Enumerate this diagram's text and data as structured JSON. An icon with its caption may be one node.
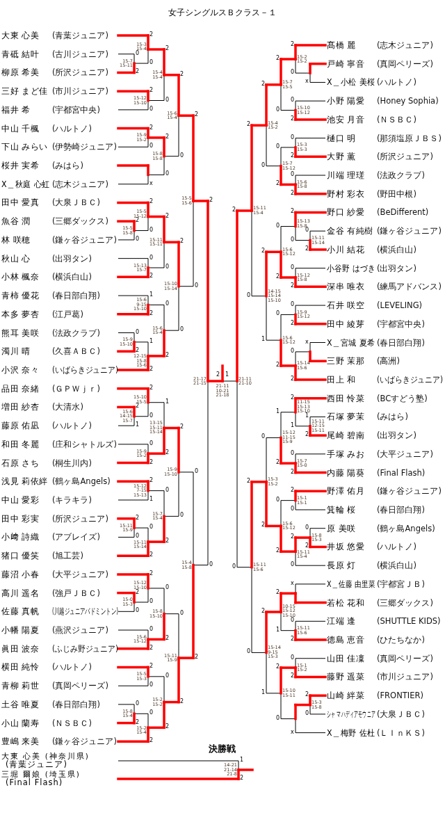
{
  "diagram": {
    "title": "女子シングルスＢクラス－１",
    "nodes": [
      {
        "text": [
          "大東 心美",
          "(青葉ジュニア)"
        ]
      },
      {
        "text": [
          "青砥 結叶",
          "(古川ジュニア)"
        ]
      },
      {
        "text": [
          "柳原 希美",
          "(所沢ジュニア)"
        ]
      },
      {
        "text": [
          "三好 まど佳",
          "(市川ジュニア)"
        ]
      },
      {
        "text": [
          "福井 希",
          "(宇都宮中央)"
        ]
      },
      {
        "text": [
          "中山 千楓",
          "(ハルトノ)"
        ]
      },
      {
        "text": [
          "下山 みらい",
          "(伊勢崎ジュニア)"
        ]
      },
      {
        "text": [
          "桜井 実希",
          "(みはら)"
        ]
      },
      {
        "text": [
          "X＿秋庭 心虹",
          "(志木ジュニア)"
        ]
      },
      {
        "text": [
          "田中 愛真",
          "(大泉ＪＢＣ)"
        ]
      },
      {
        "text": [
          "魚谷 潤",
          "(三郷ダックス)"
        ]
      },
      {
        "text": [
          "林 咲穂",
          "(鎌ヶ谷ジュニア)"
        ]
      },
      {
        "text": [
          "秋山 心",
          "(出羽タン)"
        ]
      },
      {
        "text": [
          "小林 楓奈",
          "(横浜白山)"
        ]
      },
      {
        "text": [
          "青柿 優花",
          "(春日部白翔)"
        ]
      },
      {
        "text": [
          "本多 夢杏",
          "(江戸葛)"
        ]
      },
      {
        "text": [
          "熊耳 美咲",
          "(法政クラブ)"
        ]
      },
      {
        "text": [
          "濁川 晴",
          "(久喜ＡＢＣ)"
        ]
      },
      {
        "text": [
          "小沢 奈々",
          "(いばらきジュニア)"
        ]
      },
      {
        "text": [
          "品田 奈緒",
          "(ＧＰＷｊｒ)"
        ]
      },
      {
        "text": [
          "増田 紗杏",
          "(大清水)"
        ]
      },
      {
        "text": [
          "藤原 佑凪",
          "(ハルトノ)"
        ]
      },
      {
        "text": [
          "和田 冬麗",
          "(庄和シャトルズ)"
        ]
      },
      {
        "text": [
          "石原 さち",
          "(桐生川内)"
        ]
      },
      {
        "text": [
          "浅見 莉依絆",
          "(鶴ヶ島Angels)"
        ]
      },
      {
        "text": [
          "中山 愛彩",
          "(キラキラ)"
        ]
      },
      {
        "text": [
          "田中 彩実",
          "(所沢ジュニア)"
        ]
      },
      {
        "text": [
          "小﨑 詩織",
          "(アブレイズ)"
        ]
      },
      {
        "text": [
          "猪口 優笑",
          "(旭工芸)"
        ]
      },
      {
        "text": [
          "藤沼 小春",
          "(大平ジュニア)"
        ]
      },
      {
        "text": [
          "高川 遥名",
          "(強戸ＪＢＣ)"
        ]
      },
      {
        "text": [
          "佐藤 真帆",
          "(川越ジュニアバドミントン)"
        ]
      },
      {
        "text": [
          "小幡 陽夏",
          "(燕沢ジュニア)"
        ]
      },
      {
        "text": [
          "眞田 波奈",
          "(ふじみ野ジュニア)"
        ]
      },
      {
        "text": [
          "横田 純怜",
          "(ハルトノ)"
        ]
      },
      {
        "text": [
          "青柳 莉世",
          "(真岡ペリーズ)"
        ]
      },
      {
        "text": [
          "土谷 唯夏",
          "(春日部白翔)"
        ]
      },
      {
        "text": [
          "小山 蘭寿",
          "(ＮＳＢＣ)"
        ]
      },
      {
        "text": [
          "豊嶋 来美",
          "(鎌ヶ谷ジュニア)"
        ]
      },
      {
        "text": [
          "髙橋 麗",
          "(志木ジュニア)"
        ]
      },
      {
        "text": [
          "戸崎 寧音",
          "(真岡ペリーズ)"
        ]
      },
      {
        "text": [
          "X＿小松 美桜",
          "(ハルトノ)"
        ]
      },
      {
        "text": [
          "小野 陽愛",
          "(Honey Sophia)"
        ]
      },
      {
        "text": [
          "池安 月音",
          "(ＮＳＢＣ)"
        ]
      },
      {
        "text": [
          "樋口 明",
          "(那須塩原ＪＢＳ)"
        ]
      },
      {
        "text": [
          "大野 薫",
          "(所沢ジュニア)"
        ]
      },
      {
        "text": [
          "川端 理瑳",
          "(法政クラブ)"
        ]
      },
      {
        "text": [
          "野村 彩衣",
          "(野田中根)"
        ]
      },
      {
        "text": [
          "野口 紗愛",
          "(BeDifferent)"
        ]
      },
      {
        "text": [
          "金谷 有純樹",
          "(鎌ヶ谷ジュニア)"
        ]
      },
      {
        "text": [
          "小川 結花",
          "(横浜白山)"
        ]
      },
      {
        "text": [
          "小谷野 はづき",
          "(出羽タン)"
        ]
      },
      {
        "text": [
          "深串 唯衣",
          "(練馬アドバンス)"
        ]
      },
      {
        "text": [
          "石井 咲空",
          "(LEVELING)"
        ]
      },
      {
        "text": [
          "田中 綾芽",
          "(宇都宮中央)"
        ]
      },
      {
        "text": [
          "X＿宮城 夏希",
          "(春日部白翔)"
        ]
      },
      {
        "text": [
          "三野 茉那",
          "(高洲)"
        ]
      },
      {
        "text": [
          "田上 和",
          "(いばらきジュニア)"
        ]
      },
      {
        "text": [
          "西田 怜菜",
          "(BCすどう塾)"
        ]
      },
      {
        "text": [
          "石塚 夢茉",
          "(みはら)"
        ]
      },
      {
        "text": [
          "尾崎 碧南",
          "(出羽タン)"
        ]
      },
      {
        "text": [
          "手塚 みお",
          "(大平ジュニア)"
        ]
      },
      {
        "text": [
          "内藤 陽葵",
          "(Final Flash)"
        ]
      },
      {
        "text": [
          "野澤 佑月",
          "(鎌ヶ谷ジュニア)"
        ]
      },
      {
        "text": [
          "箕輪 桜",
          "(春日部白翔)"
        ]
      },
      {
        "text": [
          "原 美咲",
          "(鶴ヶ島Angels)"
        ]
      },
      {
        "text": [
          "井坂 悠愛",
          "(ハルトノ)"
        ]
      },
      {
        "text": [
          "長原 灯",
          "(横浜白山)"
        ]
      },
      {
        "text": [
          "X＿佐藤 由里菜",
          "(宇都宮ＪＢ)"
        ]
      },
      {
        "text": [
          "若松 花和",
          "(三郷ダックス)"
        ]
      },
      {
        "text": [
          "江端 逢",
          "(SHUTTLE KIDS)"
        ]
      },
      {
        "text": [
          "徳島 恵音",
          "(ひたちなか)"
        ]
      },
      {
        "text": [
          "山田 佳凜",
          "(真岡ペリーズ)"
        ]
      },
      {
        "text": [
          "藤野 遥菜",
          "(市川ジュニア)"
        ]
      },
      {
        "text": [
          "山崎 絆菜",
          "(FRONTIER)"
        ]
      },
      {
        "text": [
          "シャ マハディアモウニア",
          "(大泉ＪＢＣ)"
        ]
      },
      {
        "text": [
          "X＿梅野 佐杜",
          "(ＬＩｎＫＳ)"
        ]
      },
      {
        "text": [
          "大東 心美 (神奈川県)",
          "(青葉ジュニア)"
        ]
      },
      {
        "text": [
          "三堀 爾娘 (埼玉県)",
          "(Final Flash)"
        ]
      }
    ],
    "labels": [
      "0",
      "2",
      "15-7 15-11",
      "2",
      "0",
      "15-3 15-4",
      "2",
      "0",
      "15-12 15-10",
      "2",
      "0",
      "15-4 15-4",
      "2",
      "0",
      "15-9 15-2",
      "x",
      "2",
      "0",
      "15-8 15-8",
      "2",
      "0",
      "15-6 15-4",
      "2",
      "0",
      "15-5 15-8",
      "2",
      "0",
      "15-5 15-12",
      "0",
      "2",
      "15-13 15-7",
      "2",
      "0",
      "15-11 15-11",
      "1",
      "2",
      "15-6 9-15 15-10",
      "0",
      "2",
      "15-9 15-10",
      "1",
      "2",
      "12-15 15-8 15-6",
      "0",
      "2",
      "15-6 15-4",
      "2",
      "0",
      "15-10 15-14",
      "2",
      "0",
      "15-5 15-6",
      "2",
      "1",
      "15-6 14-15 15-7",
      "2",
      "0",
      "15-10 15-5",
      "0",
      "2",
      "15-9 15-2",
      "1",
      "2",
      "13-15 15-11 15-14",
      "2",
      "1",
      "15-12 7-15 15-13",
      "2",
      "0",
      "15-11 15-9",
      "0",
      "2",
      "15-11 15-14",
      "0",
      "2",
      "15-7 15-4",
      "2",
      "0",
      "15-9 15-10",
      "2",
      "0",
      "15-0 15-3",
      "2",
      "0",
      "15-12 15-10",
      "0",
      "2",
      "15-6 15-12",
      "0",
      "2",
      "15-8 15-10",
      "2",
      "0",
      "15-5 15-3",
      "0",
      "2",
      "15-8 15-4",
      "0",
      "2",
      "15-2 15-4",
      "0",
      "2",
      "15-2 15-2",
      "0",
      "2",
      "15-11 15-9",
      "0",
      "2",
      "15-4 15-8",
      "2",
      "0",
      "21-17 21-15",
      "x",
      "2",
      "0",
      "15-2 15-2",
      "0",
      "2",
      "15-10 15-12",
      "2",
      "0",
      "15-7 15-5",
      "0",
      "2",
      "15-3 15-3",
      "0",
      "2",
      "15-6 15-8",
      "0",
      "2",
      "15-7 15-12",
      "2",
      "0",
      "15-4 15-2",
      "0",
      "2",
      "15-11 15-14",
      "2",
      "0",
      "15-13 15-8",
      "0",
      "2",
      "15-12 15-8",
      "0",
      "2",
      "15-6 15-12",
      "0",
      "2",
      "15-9 15-12",
      "x",
      "0",
      "2",
      "15-14 15-6",
      "0",
      "2",
      "15-6 15-12",
      "2",
      "1",
      "14-15 15-14 15-10",
      "2",
      "0",
      "15-11 15-4",
      "1",
      "2",
      "15-11 12-15 15-11",
      "2",
      "1",
      "11-15 15-13 15-10",
      "0",
      "2",
      "15-7 15-0",
      "1",
      "2",
      "15-12 11-15 15-9",
      "2",
      "0",
      "15-1 15-1",
      "0",
      "2",
      "15-8 15-3",
      "2",
      "0",
      "15-11 15-4",
      "0",
      "2",
      "15-6 15-12",
      "0",
      "2",
      "15-3 15-2",
      "x",
      "0",
      "2",
      "15-11 15-6",
      "2",
      "1",
      "10-15 15-12 15-10",
      "0",
      "2",
      "15-1 15-2",
      "2",
      "0",
      "15-3 15-8",
      "x",
      "2",
      "0",
      "15-10 15-11",
      "2",
      "1",
      "15-14 9-15 15-3",
      "2",
      "0",
      "15-11 15-6",
      "2",
      "0",
      "21-11 21-10",
      "2",
      "1",
      "21-11 10-21 21-18",
      "決勝戦",
      "1",
      "2",
      "14-21 21-14 21-8"
    ]
  }
}
